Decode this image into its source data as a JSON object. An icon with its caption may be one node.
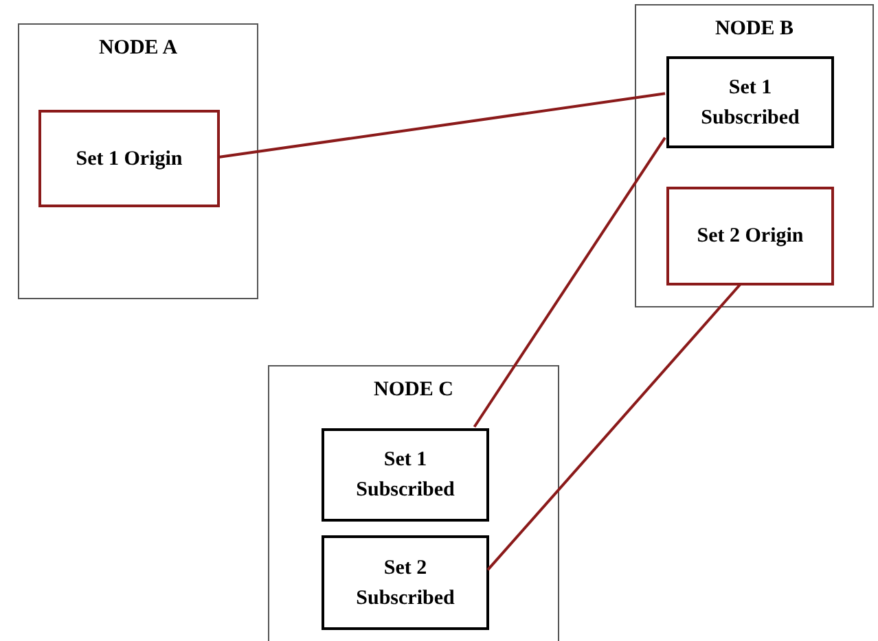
{
  "diagram": {
    "nodes": [
      {
        "text": [
          "NODE A"
        ]
      },
      {
        "text": [
          "Set 1 Origin"
        ],
        "in": 0
      },
      {
        "text": [
          "NODE B"
        ]
      },
      {
        "text": [
          "Set 1 Subscribed"
        ],
        "in": 2
      },
      {
        "text": [
          "Set 2 Origin"
        ],
        "in": 2
      },
      {
        "text": [
          "NODE C"
        ]
      },
      {
        "text": [
          "Set 1 Subscribed"
        ],
        "in": 5
      },
      {
        "text": [
          "Set 2 Subscribed"
        ],
        "in": 5
      }
    ],
    "edges": [
      {
        "from": 1,
        "to": 3,
        "arrow": "none"
      },
      {
        "from": 3,
        "to": 6,
        "arrow": "none"
      },
      {
        "from": 4,
        "to": 7,
        "arrow": "none"
      }
    ]
  }
}
